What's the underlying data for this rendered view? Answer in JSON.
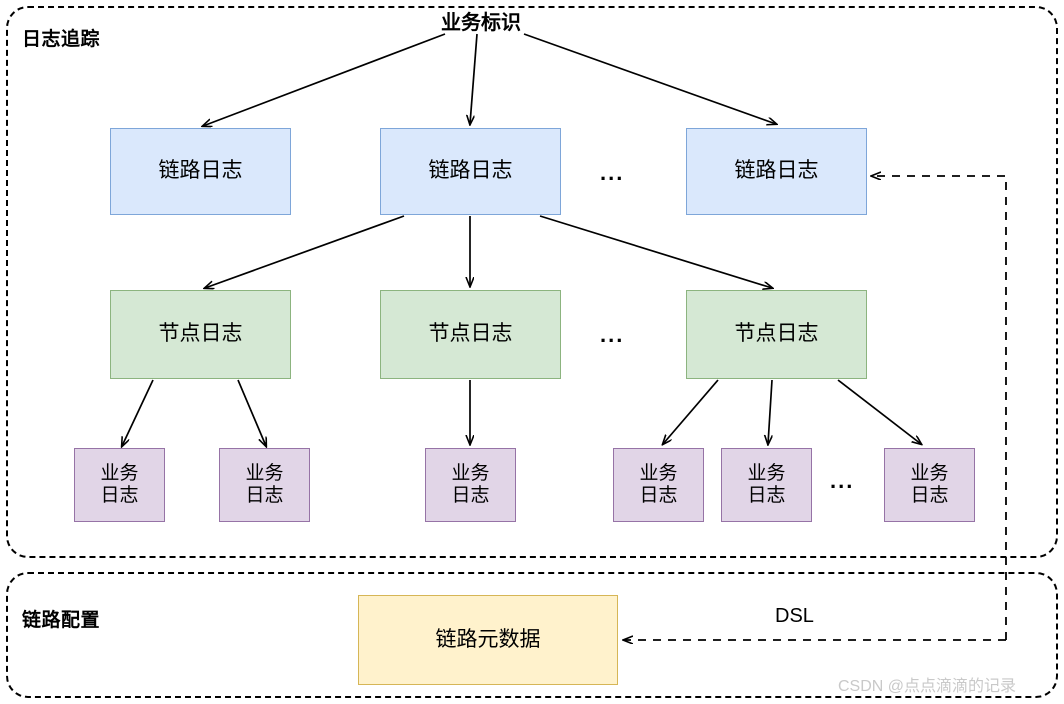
{
  "groups": {
    "trace": {
      "title": "日志追踪"
    },
    "config": {
      "title": "链路配置"
    }
  },
  "labels": {
    "business_id": "业务标识",
    "dsl": "DSL",
    "ellipsis": "..."
  },
  "nodes": {
    "link_logs": [
      {
        "label": "链路日志"
      },
      {
        "label": "链路日志"
      },
      {
        "label": "链路日志"
      }
    ],
    "node_logs": [
      {
        "label": "节点日志"
      },
      {
        "label": "节点日志"
      },
      {
        "label": "节点日志"
      }
    ],
    "business_logs": [
      {
        "label": "业务\n日志"
      },
      {
        "label": "业务\n日志"
      },
      {
        "label": "业务\n日志"
      },
      {
        "label": "业务\n日志"
      },
      {
        "label": "业务\n日志"
      },
      {
        "label": "业务\n日志"
      }
    ],
    "metadata": {
      "label": "链路元数据"
    }
  },
  "watermark": "CSDN @点点滴滴的记录",
  "colors": {
    "link_log_fill": "#dae8fc",
    "link_log_border": "#7ea6d9",
    "node_log_fill": "#d5e8d4",
    "node_log_border": "#8cb47f",
    "business_log_fill": "#e1d5e7",
    "business_log_border": "#9673a6",
    "metadata_fill": "#fff2cc",
    "metadata_border": "#d6b656",
    "edge": "#000000",
    "watermark": "#c9c9c9"
  }
}
